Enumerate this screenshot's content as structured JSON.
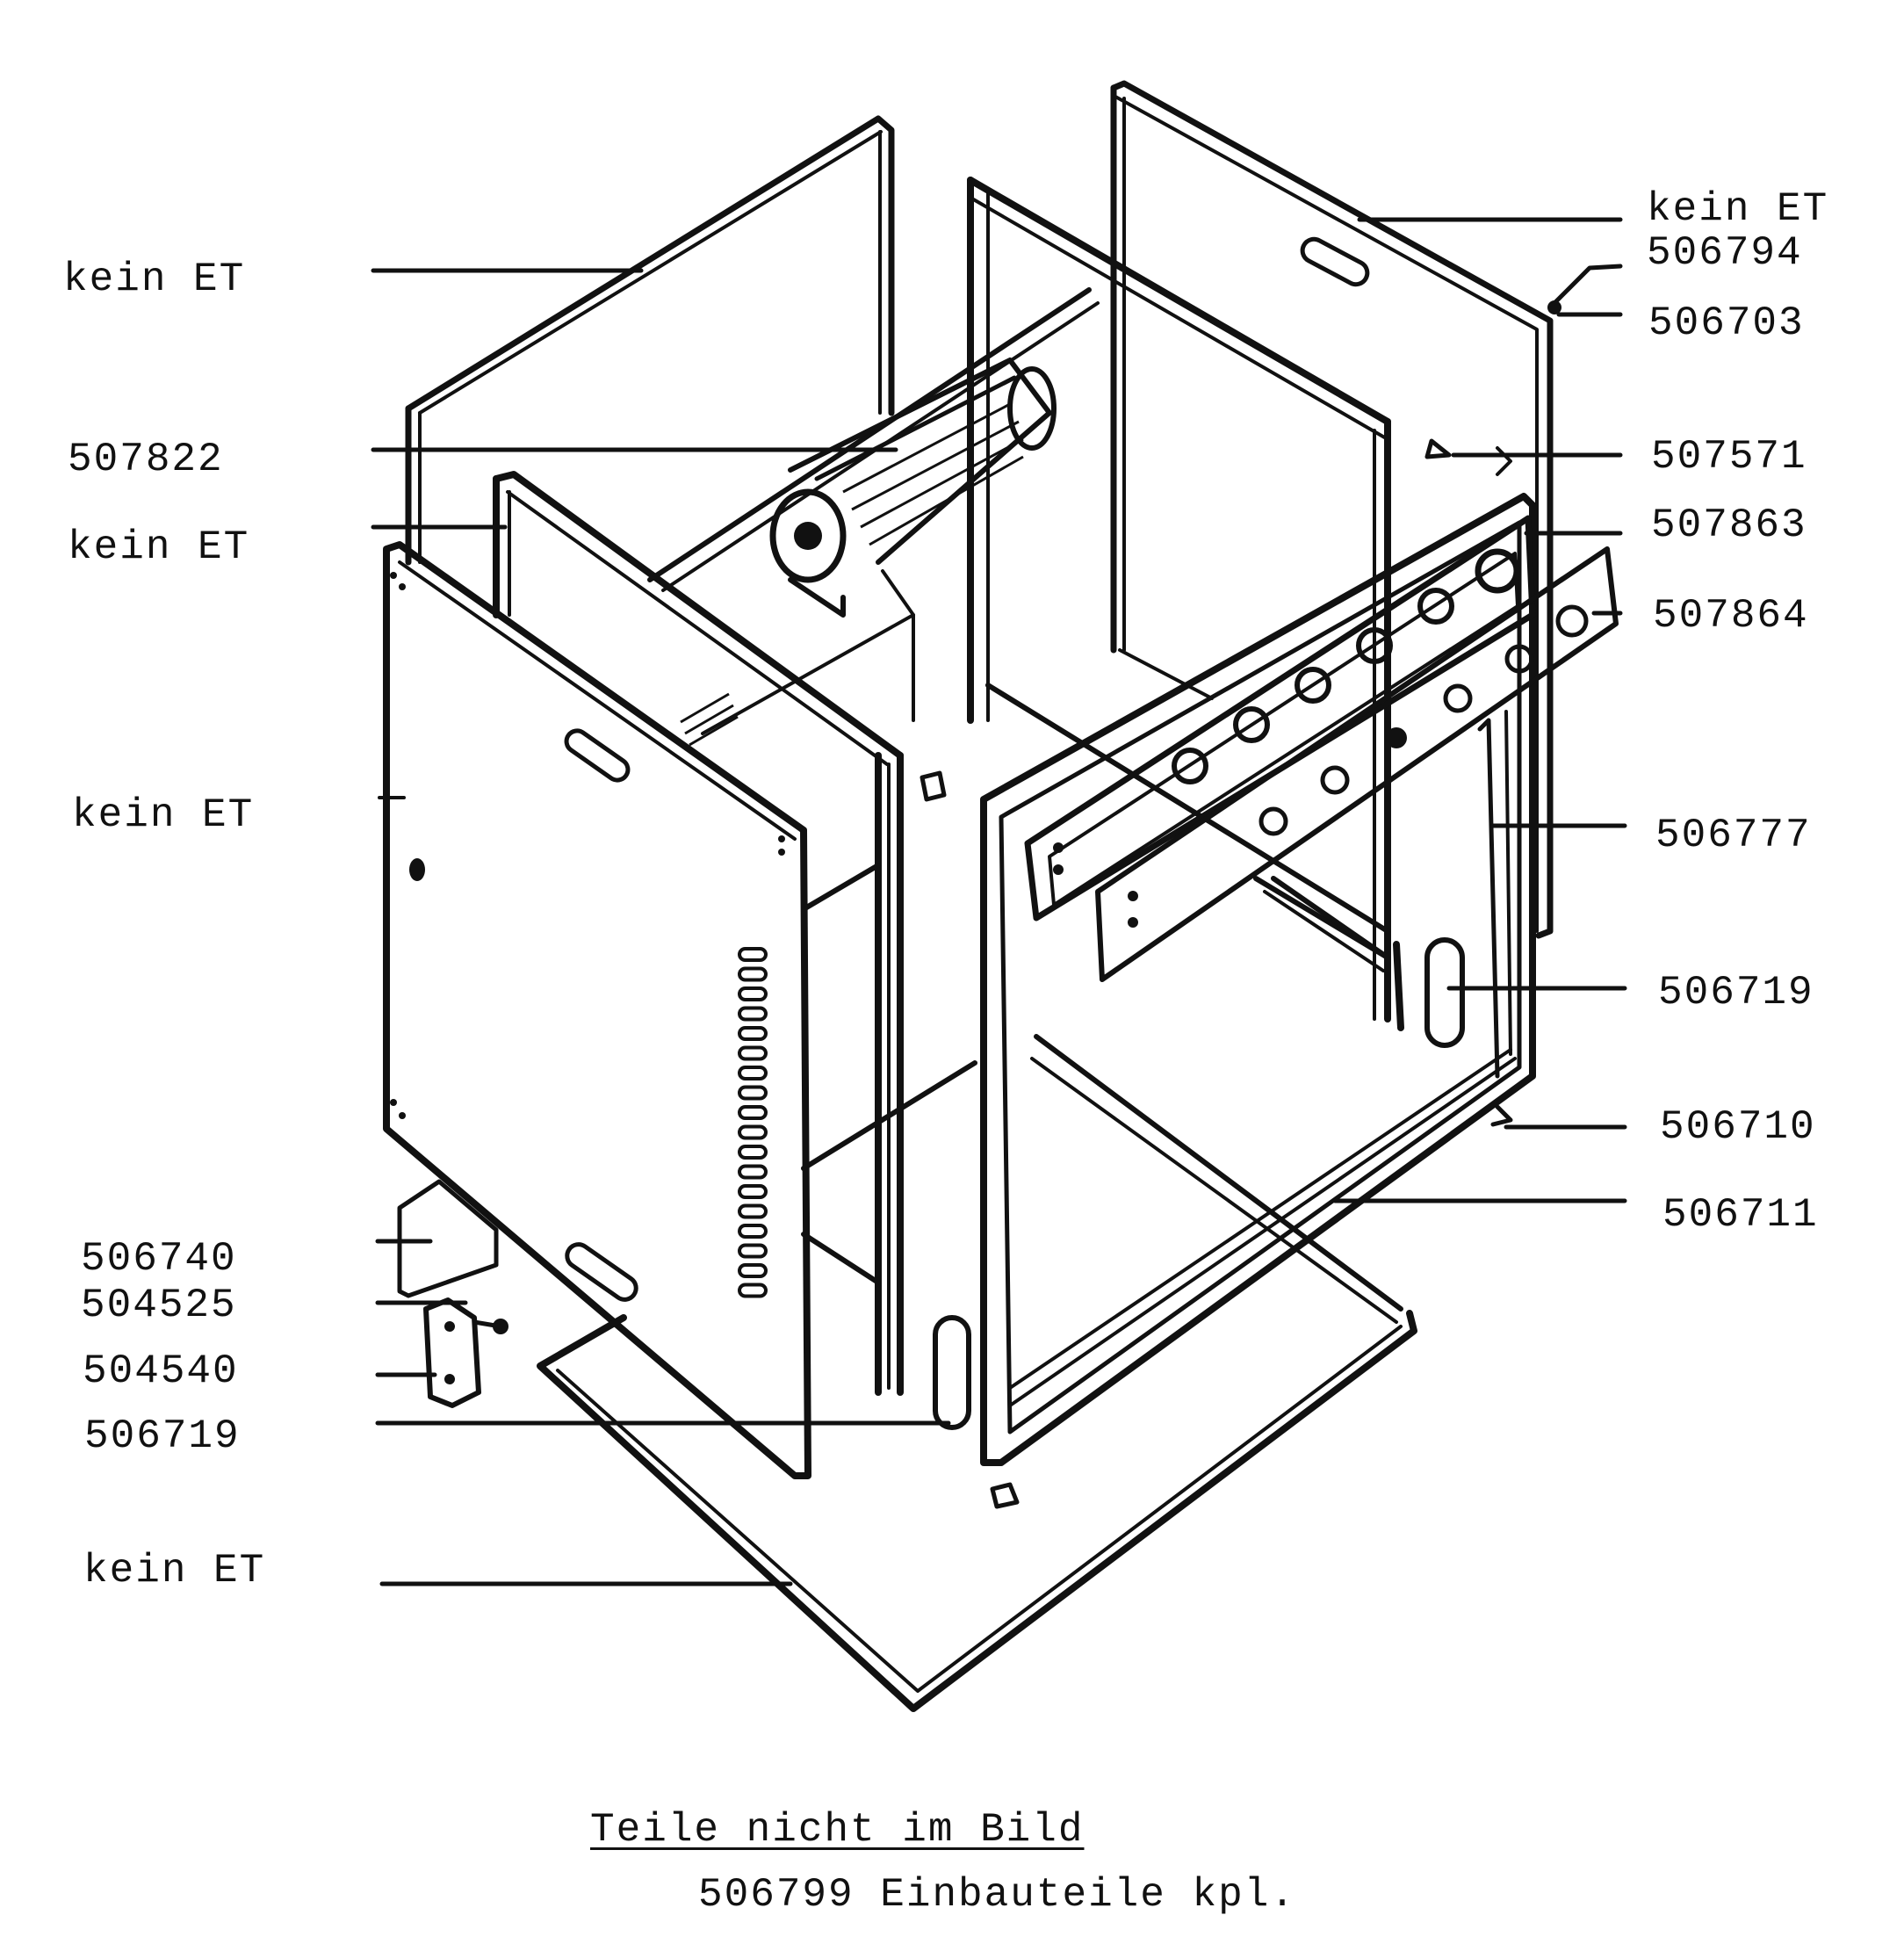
{
  "labels_left": [
    {
      "id": "l1",
      "text": "kein ET"
    },
    {
      "id": "l2",
      "text": "507822"
    },
    {
      "id": "l3",
      "text": "kein ET"
    },
    {
      "id": "l4",
      "text": "kein ET"
    },
    {
      "id": "l5",
      "text": "506740"
    },
    {
      "id": "l6",
      "text": "504525"
    },
    {
      "id": "l7",
      "text": "504540"
    },
    {
      "id": "l8",
      "text": "506719"
    },
    {
      "id": "l9",
      "text": "kein ET"
    }
  ],
  "labels_right": [
    {
      "id": "r1",
      "text": "kein ET"
    },
    {
      "id": "r2",
      "text": "506794"
    },
    {
      "id": "r3",
      "text": "506703"
    },
    {
      "id": "r4",
      "text": "507571"
    },
    {
      "id": "r5",
      "text": "507863"
    },
    {
      "id": "r6",
      "text": "507864"
    },
    {
      "id": "r7",
      "text": "506777"
    },
    {
      "id": "r8",
      "text": "506719"
    },
    {
      "id": "r9",
      "text": "506710"
    },
    {
      "id": "r10",
      "text": "506711"
    }
  ],
  "caption": {
    "title": "Teile nicht im Bild",
    "line": "506799 Einbauteile kpl."
  }
}
